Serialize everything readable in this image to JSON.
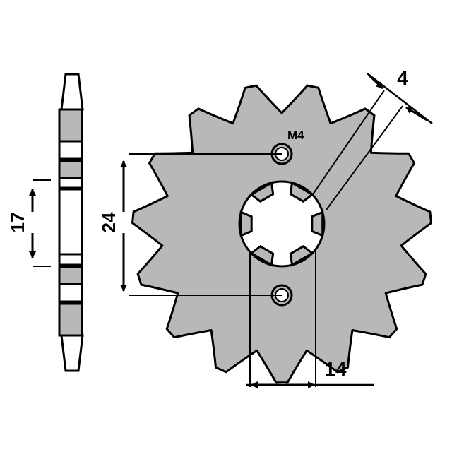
{
  "diagram": {
    "subject": "front sprocket technical drawing",
    "colors": {
      "fill": "#b8b8b8",
      "stroke": "#000000",
      "background": "#ffffff"
    },
    "teeth_count": 15,
    "spline_count": 6,
    "dimensions": {
      "thickness": "4",
      "hub_offset": "17",
      "bolt_spacing": "24",
      "spline_width": "14"
    },
    "labels": {
      "bolt_thread": "M4"
    }
  }
}
